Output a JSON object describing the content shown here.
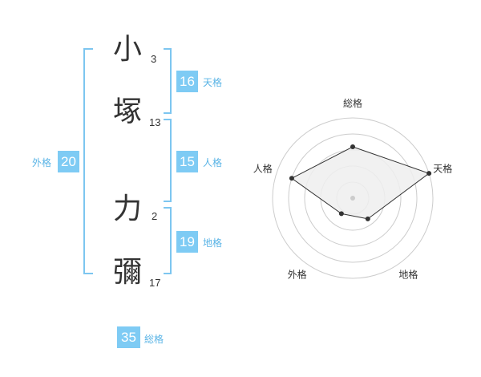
{
  "name": {
    "chars": [
      {
        "char": "小",
        "strokes": "3"
      },
      {
        "char": "塚",
        "strokes": "13"
      },
      {
        "char": "力",
        "strokes": "2"
      },
      {
        "char": "彌",
        "strokes": "17"
      }
    ]
  },
  "kakusu": {
    "tenkaku": {
      "value": "16",
      "label": "天格"
    },
    "jinkaku": {
      "value": "15",
      "label": "人格"
    },
    "chikaku": {
      "value": "19",
      "label": "地格"
    },
    "gaikaku": {
      "value": "20",
      "label": "外格"
    },
    "soukaku": {
      "value": "35",
      "label": "総格"
    }
  },
  "chart_data": {
    "type": "radar",
    "axes": [
      "総格",
      "天格",
      "地格",
      "外格",
      "人格"
    ],
    "values": [
      3.2,
      5,
      1.6,
      1.2,
      4
    ],
    "rmax": 5,
    "rings": 5,
    "grid": true,
    "fill_color": "#efefef",
    "line_color": "#333333",
    "grid_color": "#cccccc"
  }
}
